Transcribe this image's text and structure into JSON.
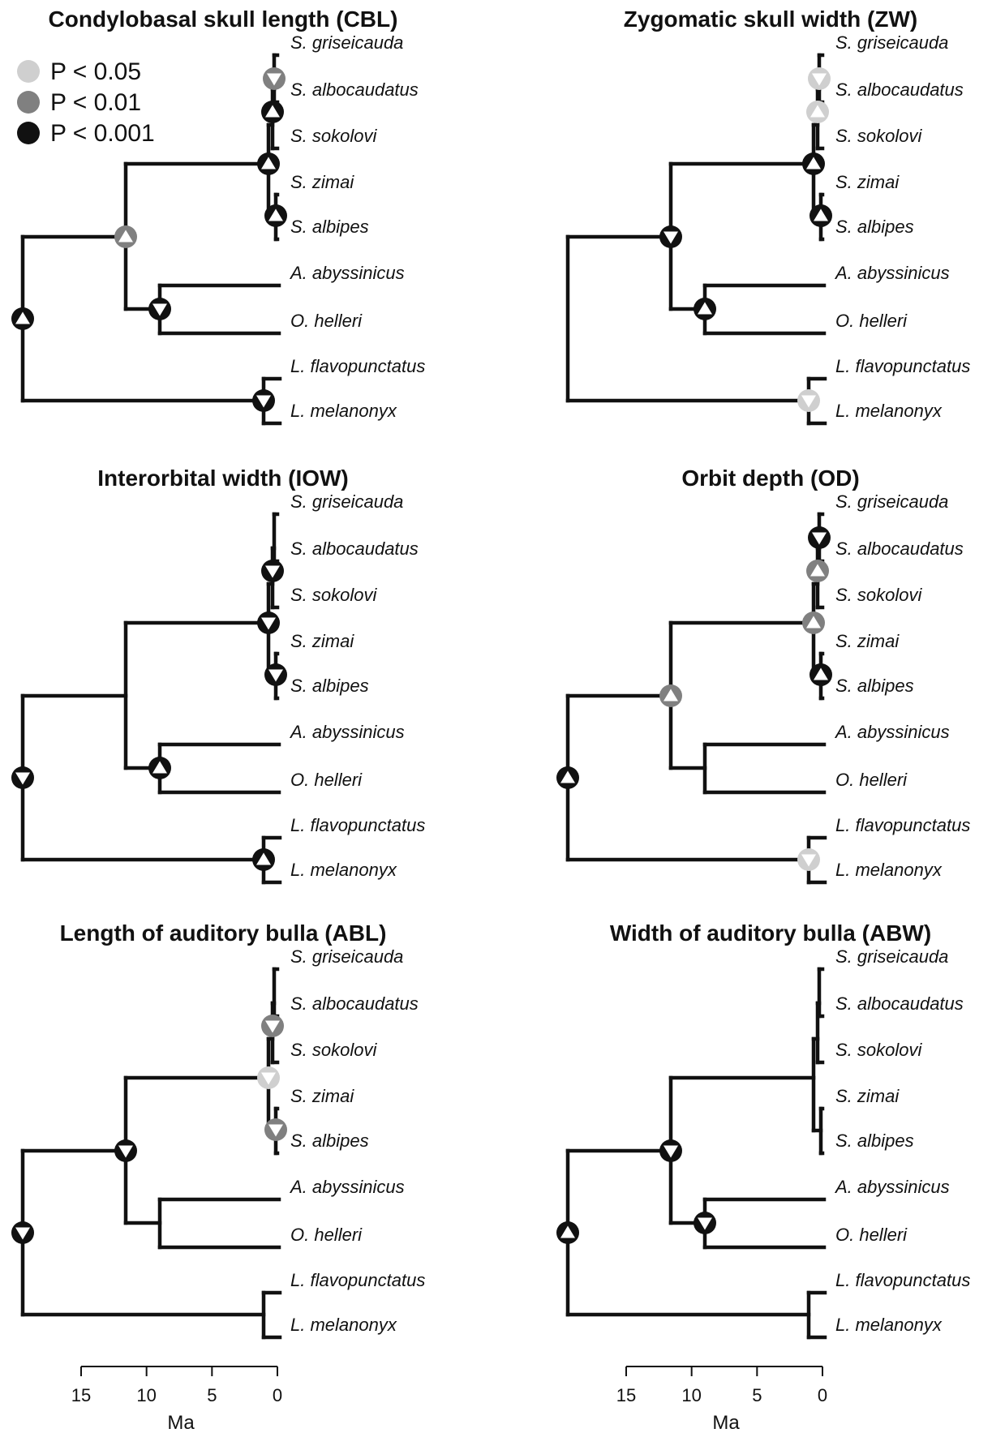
{
  "colors": {
    "p05": "#cfcfcf",
    "p01": "#808080",
    "p001": "#111111",
    "line": "#111111",
    "triangle": "#ffffff"
  },
  "legend": {
    "items": [
      {
        "level": "p05",
        "label": "P < 0.05"
      },
      {
        "level": "p01",
        "label": "P < 0.01"
      },
      {
        "level": "p001",
        "label": "P < 0.001"
      }
    ]
  },
  "axis": {
    "label": "Ma",
    "ticks": [
      "15",
      "10",
      "5",
      "0"
    ]
  },
  "species": [
    "S. griseicauda",
    "S. albocaudatus",
    "S. sokolovi",
    "S. zimai",
    "S. albipes",
    "A. abyssinicus",
    "O. helleri",
    "L. flavopunctatus",
    "L. melanonyx"
  ],
  "panels": [
    {
      "title": "Condylobasal skull length (CBL)",
      "markers": [
        {
          "node": "grisei_tip",
          "level": "p01",
          "dir": "down"
        },
        {
          "node": "S_albo",
          "level": "p001",
          "dir": "up"
        },
        {
          "node": "S_crown",
          "level": "p001",
          "dir": "up"
        },
        {
          "node": "S_zimai",
          "level": "p001",
          "dir": "up"
        },
        {
          "node": "SAO",
          "level": "p01",
          "dir": "up"
        },
        {
          "node": "AO",
          "level": "p001",
          "dir": "down"
        },
        {
          "node": "root",
          "level": "p001",
          "dir": "up"
        },
        {
          "node": "L",
          "level": "p001",
          "dir": "down"
        }
      ]
    },
    {
      "title": "Zygomatic skull width (ZW)",
      "markers": [
        {
          "node": "grisei_tip",
          "level": "p05",
          "dir": "down"
        },
        {
          "node": "S_albo",
          "level": "p05",
          "dir": "up"
        },
        {
          "node": "S_crown",
          "level": "p001",
          "dir": "up"
        },
        {
          "node": "S_zimai",
          "level": "p001",
          "dir": "up"
        },
        {
          "node": "SAO",
          "level": "p001",
          "dir": "down"
        },
        {
          "node": "AO",
          "level": "p001",
          "dir": "up"
        },
        {
          "node": "L",
          "level": "p05",
          "dir": "down"
        }
      ]
    },
    {
      "title": "Interorbital width (IOW)",
      "markers": [
        {
          "node": "S_albo",
          "level": "p001",
          "dir": "down"
        },
        {
          "node": "S_crown",
          "level": "p001",
          "dir": "down"
        },
        {
          "node": "S_zimai",
          "level": "p001",
          "dir": "down"
        },
        {
          "node": "AO",
          "level": "p001",
          "dir": "up"
        },
        {
          "node": "root",
          "level": "p001",
          "dir": "down"
        },
        {
          "node": "L",
          "level": "p001",
          "dir": "up"
        }
      ]
    },
    {
      "title": "Orbit depth (OD)",
      "markers": [
        {
          "node": "grisei_tip",
          "level": "p001",
          "dir": "down"
        },
        {
          "node": "S_albo",
          "level": "p01",
          "dir": "up"
        },
        {
          "node": "S_crown",
          "level": "p01",
          "dir": "up"
        },
        {
          "node": "S_zimai",
          "level": "p001",
          "dir": "up"
        },
        {
          "node": "SAO",
          "level": "p01",
          "dir": "up"
        },
        {
          "node": "root",
          "level": "p001",
          "dir": "up"
        },
        {
          "node": "L",
          "level": "p05",
          "dir": "down"
        }
      ]
    },
    {
      "title": "Length of auditory bulla (ABL)",
      "markers": [
        {
          "node": "S_albo",
          "level": "p01",
          "dir": "down"
        },
        {
          "node": "S_crown",
          "level": "p05",
          "dir": "down"
        },
        {
          "node": "S_zimai",
          "level": "p01",
          "dir": "down"
        },
        {
          "node": "SAO",
          "level": "p001",
          "dir": "down"
        },
        {
          "node": "root",
          "level": "p001",
          "dir": "down"
        }
      ]
    },
    {
      "title": "Width of auditory bulla (ABW)",
      "markers": [
        {
          "node": "SAO",
          "level": "p001",
          "dir": "down"
        },
        {
          "node": "AO",
          "level": "p001",
          "dir": "down"
        },
        {
          "node": "root",
          "level": "p001",
          "dir": "up"
        }
      ]
    }
  ]
}
